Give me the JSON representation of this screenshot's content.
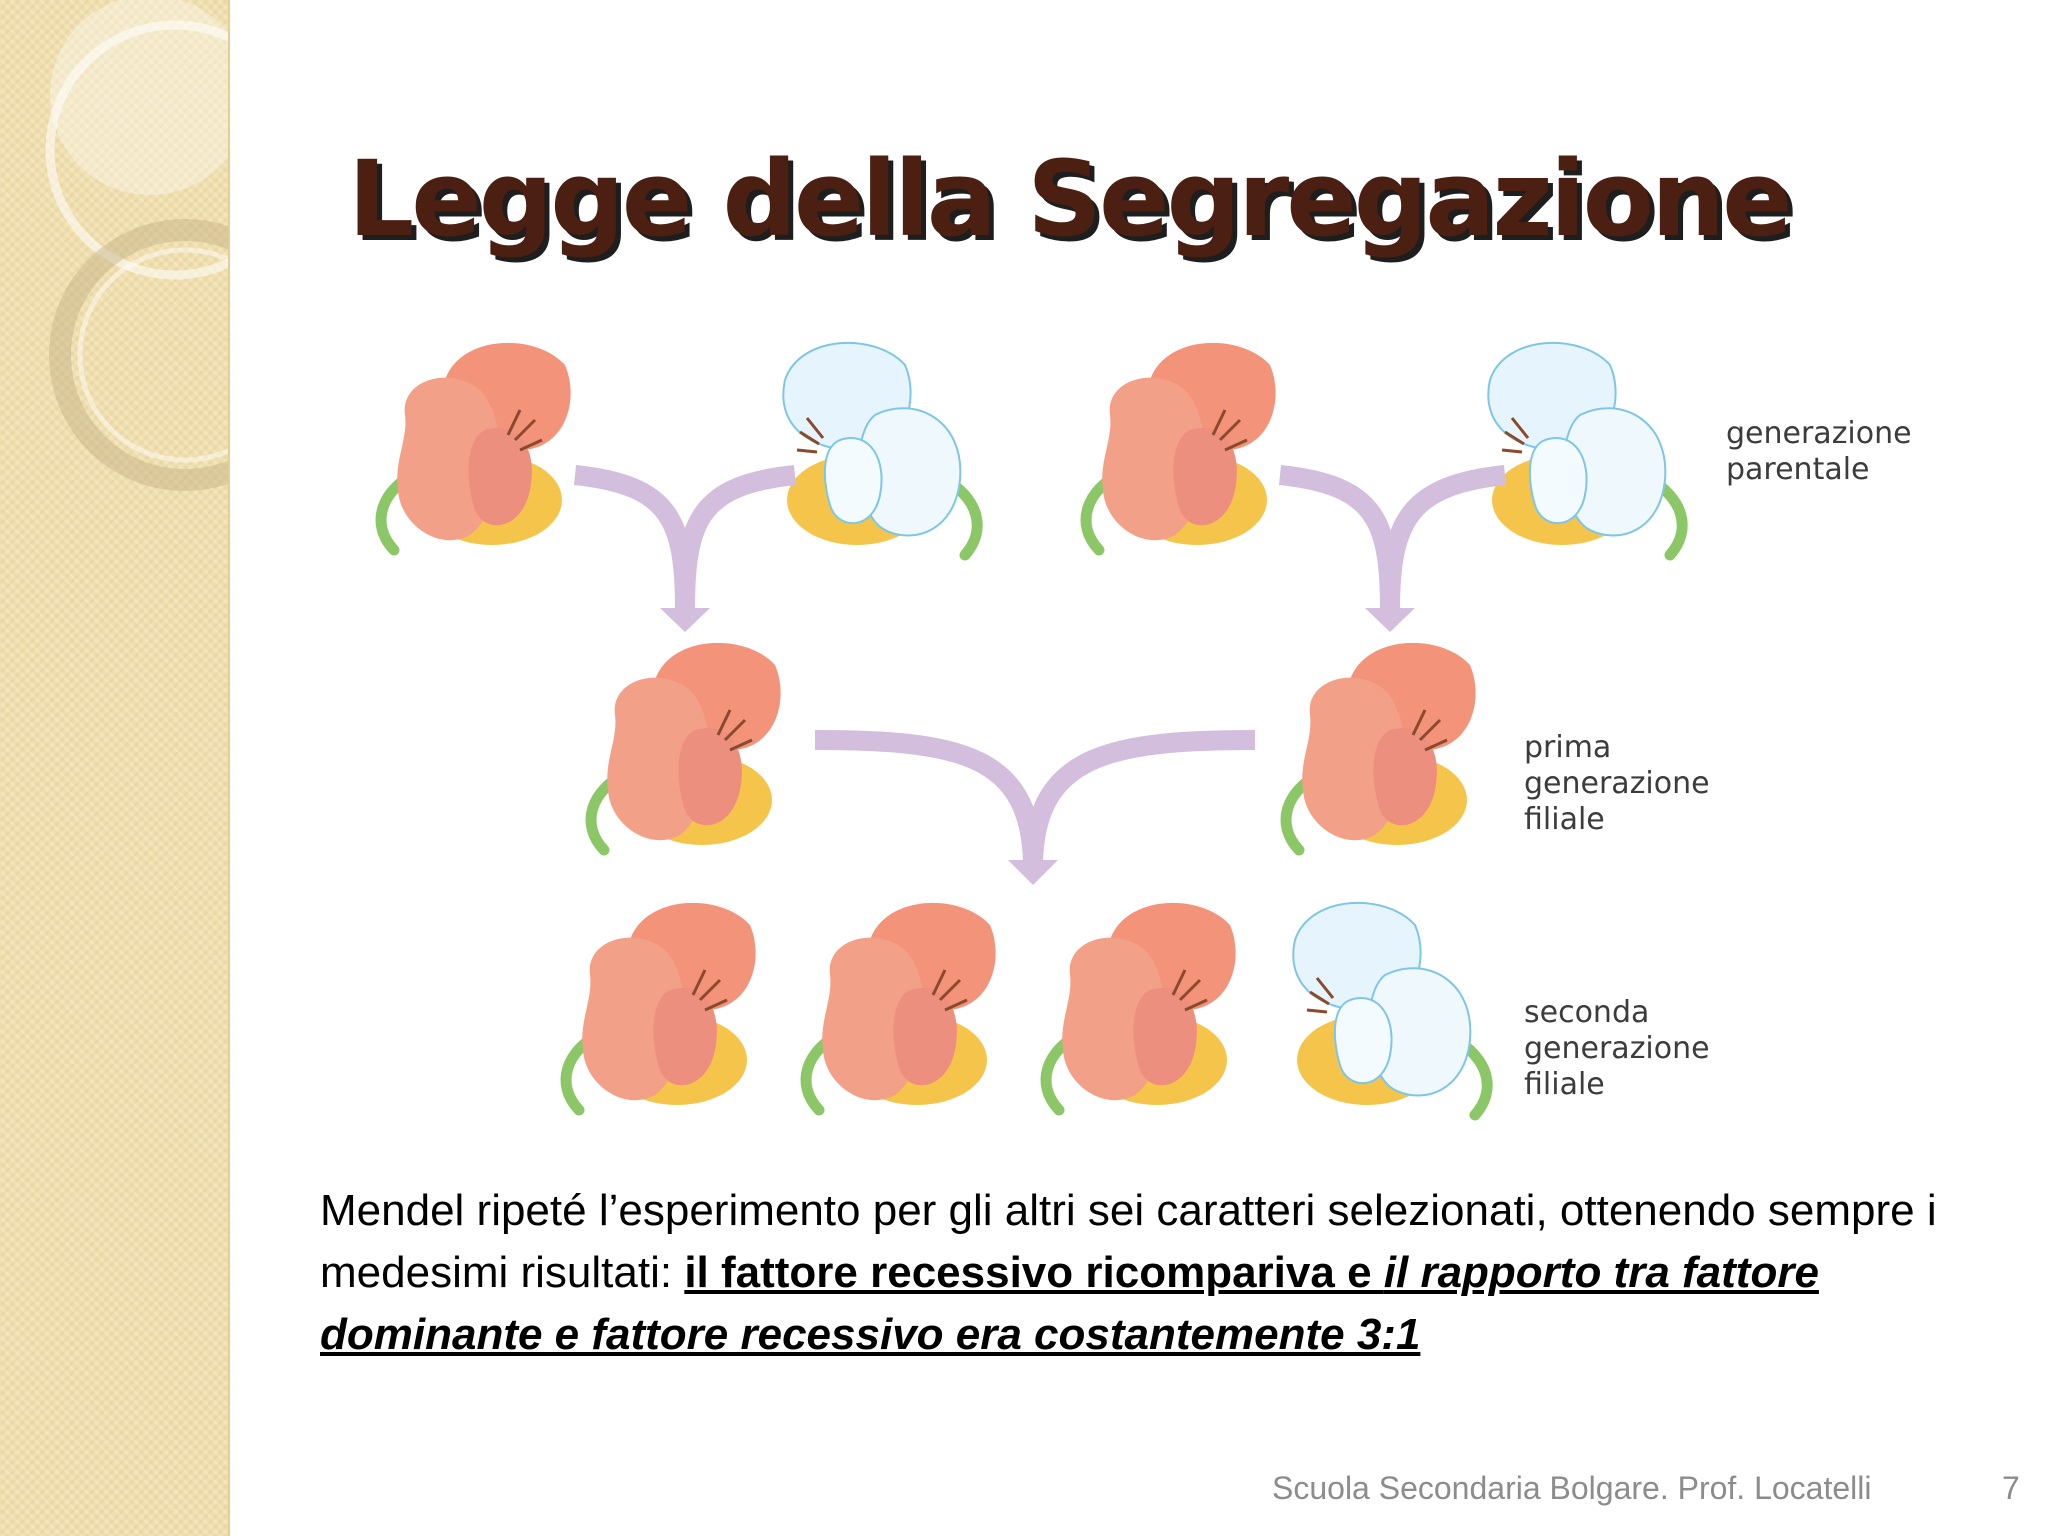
{
  "slide": {
    "title": "Legge della Segregazione",
    "footer_text": "Scuola Secondaria Bolgare. Prof. Locatelli",
    "page_number": "7"
  },
  "diagram": {
    "labels": {
      "parental": [
        "generazione",
        "parentale"
      ],
      "f1": [
        "prima",
        "generazione",
        "filiale"
      ],
      "f2": [
        "seconda",
        "generazione",
        "filiale"
      ]
    },
    "rows": {
      "parental": [
        "red",
        "white",
        "red",
        "white"
      ],
      "f1": [
        "red",
        "red"
      ],
      "f2": [
        "red",
        "red",
        "red",
        "white"
      ]
    }
  },
  "body": {
    "lead": "Mendel ripeté l’esperimento per gli altri sei caratteri selezionati, ottenendo sempre i medesimi risultati: ",
    "emphasis_bold": "il fattore recessivo ricompariva e ",
    "emphasis_italic": "il rapporto tra fattore dominante e fattore recessivo era costantemente 3:1"
  },
  "colors": {
    "title": "#4b1f12",
    "arrow": "#d3bedd",
    "red_petal": "#f2937a",
    "white_petal": "#e6f5fd",
    "keel": "#f5c54b",
    "stem": "#8cc767"
  }
}
